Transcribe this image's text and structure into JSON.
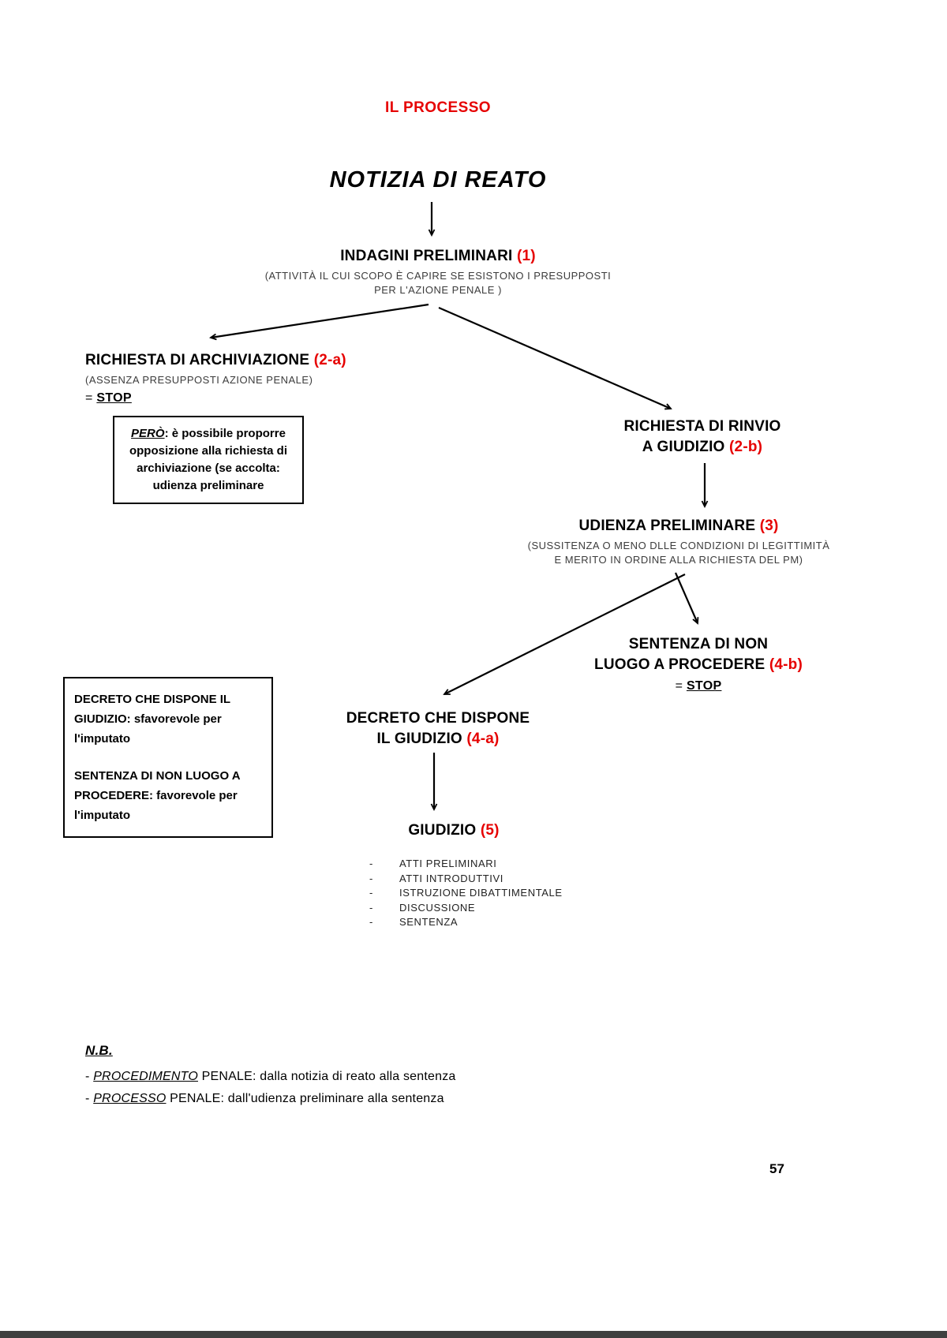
{
  "page": {
    "title": "IL PROCESSO",
    "page_number": "57"
  },
  "colors": {
    "accent_red": "#e60000",
    "text_black": "#000000"
  },
  "flow": {
    "notizia": {
      "label": "NOTIZIA DI REATO"
    },
    "indagini": {
      "label": "INDAGINI PRELIMINARI",
      "ref": "(1)",
      "desc1": "(ATTIVITÀ IL CUI SCOPO È CAPIRE SE ESISTONO I PRESUPPOSTI",
      "desc2": "PER L'AZIONE PENALE )"
    },
    "archiviazione": {
      "label": "RICHIESTA DI ARCHIVIAZIONE",
      "ref": "(2-a)",
      "desc": "(ASSENZA PRESUPPOSTI AZIONE PENALE)",
      "stop_prefix": "= ",
      "stop": "STOP"
    },
    "pero_box": {
      "line1_head": "PERÒ",
      "line1_rest": ": è possibile proporre",
      "line2": "opposizione alla richiesta di",
      "line3": "archiviazione (se accolta:",
      "line4": "udienza preliminare"
    },
    "rinvio": {
      "line1": "RICHIESTA DI RINVIO",
      "line2": "A GIUDIZIO",
      "ref": "(2-b)"
    },
    "udienza": {
      "label": "UDIENZA PRELIMINARE",
      "ref": "(3)",
      "desc1": "(SUSSITENZA O MENO DLLE CONDIZIONI DI LEGITTIMITÀ",
      "desc2": "E MERITO IN ORDINE ALLA RICHIESTA DEL PM)"
    },
    "sentenza": {
      "line1": "SENTENZA DI NON",
      "line2": "LUOGO A PROCEDERE",
      "ref": "(4-b)",
      "stop_prefix": "= ",
      "stop": "STOP"
    },
    "decreto": {
      "line1": "DECRETO CHE DISPONE",
      "line2": "IL GIUDIZIO",
      "ref": "(4-a)"
    },
    "giudizio": {
      "label": "GIUDIZIO",
      "ref": "(5)",
      "bullet": "-",
      "items": [
        "ATTI PRELIMINARI",
        "ATTI INTRODUTTIVI",
        "ISTRUZIONE DIBATTIMENTALE",
        "DISCUSSIONE",
        "SENTENZA"
      ]
    },
    "info_box": {
      "para1": "DECRETO CHE DISPONE IL GIUDIZIO: sfavorevole per l'imputato",
      "para2": "SENTENZA DI NON LUOGO A PROCEDERE: favorevole per l'imputato"
    }
  },
  "notes": {
    "heading": "N.B.",
    "line1_dash": "- ",
    "line1_term": "PROCEDIMENTO",
    "line1_rest": " PENALE: dalla notizia di reato alla sentenza",
    "line2_dash": "- ",
    "line2_term": "PROCESSO",
    "line2_rest": " PENALE: dall'udienza preliminare alla sentenza"
  }
}
